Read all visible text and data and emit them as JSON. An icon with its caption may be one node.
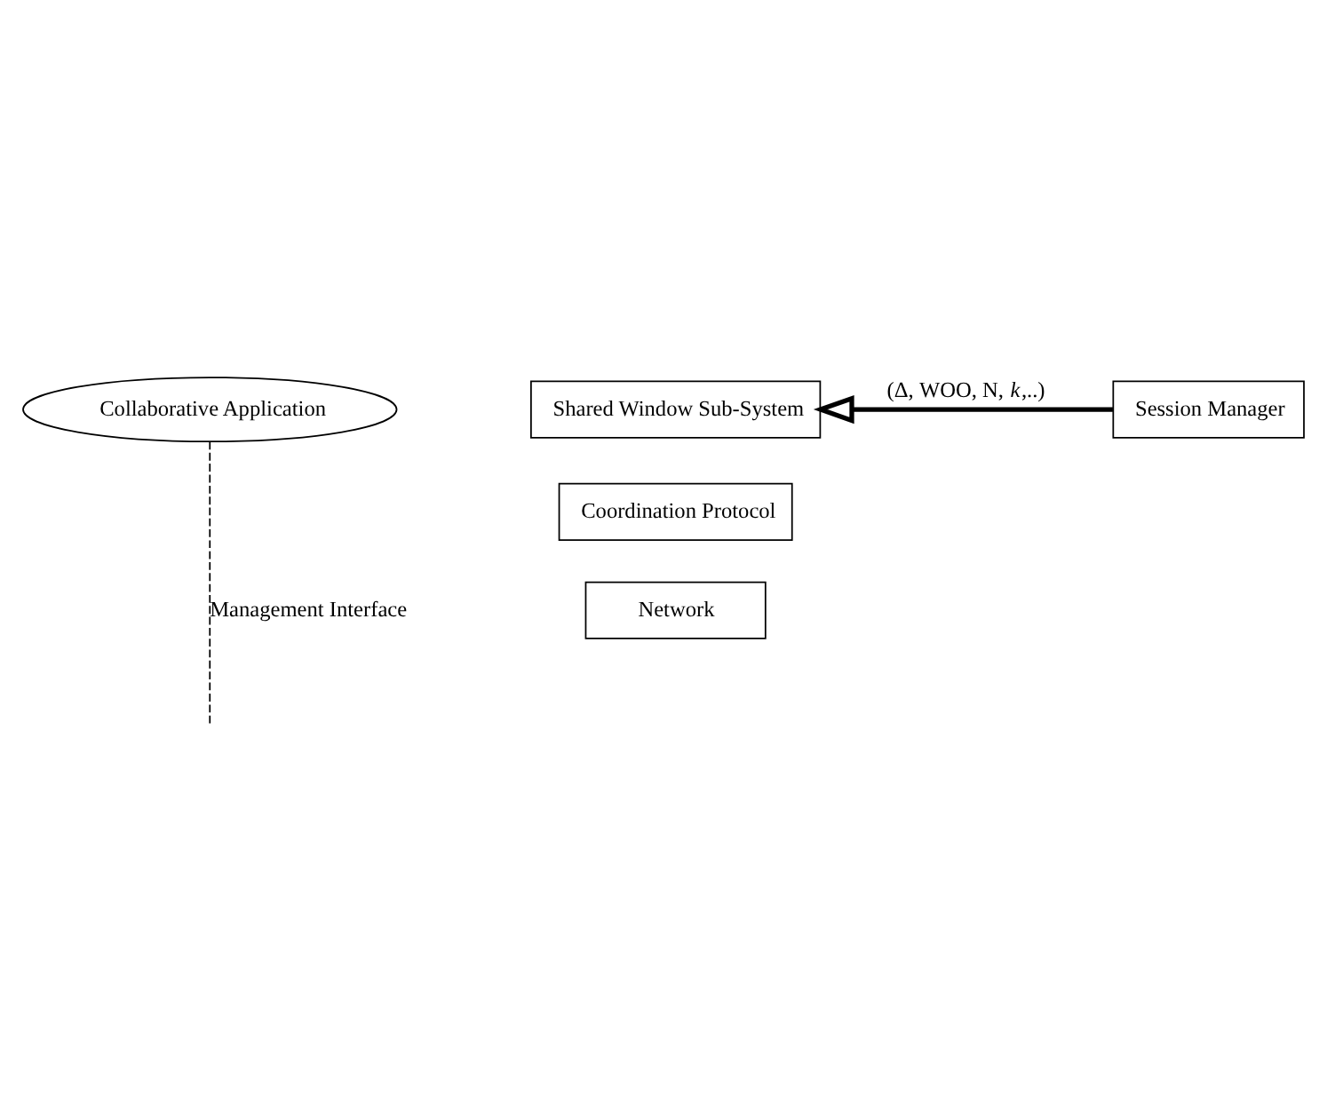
{
  "diagram": {
    "nodes": [
      {
        "text": [
          "Collaborative Application"
        ]
      },
      {
        "text": [
          "Shared Window Sub-System"
        ]
      },
      {
        "text": [
          "Coordination Protocol"
        ]
      },
      {
        "text": [
          "Network"
        ]
      },
      {
        "text": [
          "Session Manager"
        ]
      }
    ],
    "edges": [
      {
        "from": 4,
        "to": 1,
        "arrow": "to",
        "style": "thick",
        "label": "(Δ, WOO, N, *k*,..)"
      },
      {
        "from": 0,
        "to": null,
        "arrow": "none",
        "style": "dashed",
        "label": "Management Interface"
      }
    ]
  }
}
